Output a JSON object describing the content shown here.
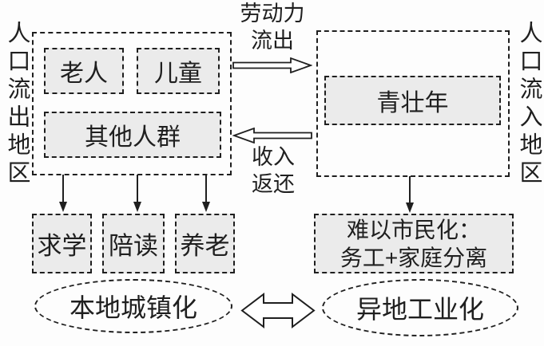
{
  "diagram": {
    "title_hint": "population-migration-flow-diagram",
    "left_region_label": "人口流出地区",
    "right_region_label": "人口流入地区",
    "outflow_group": {
      "elderly": "老人",
      "children": "儿童",
      "others": "其他人群"
    },
    "inflow_group": {
      "young_adults": "青壮年"
    },
    "labor_flow": {
      "line1": "劳动力",
      "line2": "流出"
    },
    "income_return": {
      "line1": "收入",
      "line2": "返还"
    },
    "purposes": [
      "求学",
      "陪读",
      "养老"
    ],
    "inflow_issue": {
      "line1": "难以市民化：",
      "line2": "务工+家庭分离"
    },
    "local_urbanization": "本地城镇化",
    "remote_industrialization": "异地工业化",
    "colors": {
      "line": "#1f1f1f",
      "box_fill": "#ebebeb",
      "background": "#fdfdfd"
    }
  }
}
